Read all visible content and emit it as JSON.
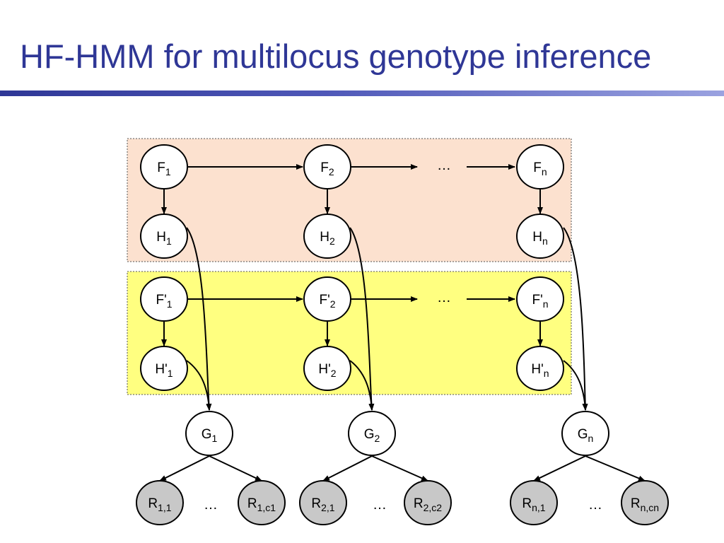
{
  "title": "HF-HMM for multilocus genotype inference",
  "colors": {
    "title": "#2f3796",
    "haplotype_a_panel": "#fce1cf",
    "haplotype_b_panel": "#ffff80",
    "read_node_fill": "#c8c8c8",
    "node_fill": "#ffffff",
    "edge": "#000000"
  },
  "ellipsis": "…",
  "haplotype_a": {
    "founders": [
      {
        "base": "F",
        "sub": "1"
      },
      {
        "base": "F",
        "sub": "2"
      },
      {
        "base": "F",
        "sub": "n"
      }
    ],
    "haplotypes": [
      {
        "base": "H",
        "sub": "1"
      },
      {
        "base": "H",
        "sub": "2"
      },
      {
        "base": "H",
        "sub": "n"
      }
    ]
  },
  "haplotype_b": {
    "founders": [
      {
        "base": "F'",
        "sub": "1"
      },
      {
        "base": "F'",
        "sub": "2"
      },
      {
        "base": "F'",
        "sub": "n"
      }
    ],
    "haplotypes": [
      {
        "base": "H'",
        "sub": "1"
      },
      {
        "base": "H'",
        "sub": "2"
      },
      {
        "base": "H'",
        "sub": "n"
      }
    ]
  },
  "genotypes": [
    {
      "base": "G",
      "sub": "1"
    },
    {
      "base": "G",
      "sub": "2"
    },
    {
      "base": "G",
      "sub": "n"
    }
  ],
  "reads": [
    {
      "base": "R",
      "sub": "1,1"
    },
    {
      "base": "R",
      "sub": "1,c1"
    },
    {
      "base": "R",
      "sub": "2,1"
    },
    {
      "base": "R",
      "sub": "2,c2"
    },
    {
      "base": "R",
      "sub": "n,1"
    },
    {
      "base": "R",
      "sub": "n,cn"
    }
  ]
}
